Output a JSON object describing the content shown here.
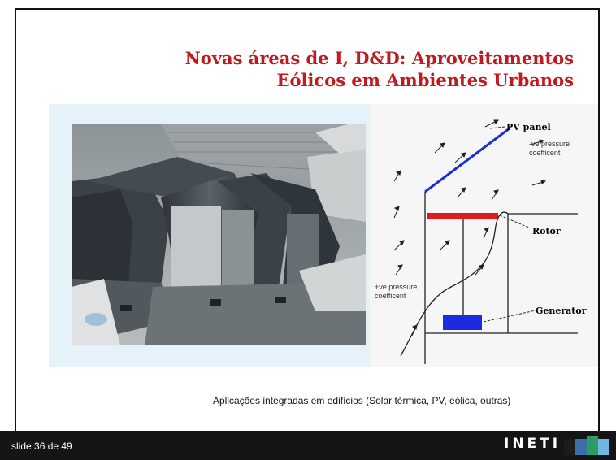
{
  "slide": {
    "title_line1": "Novas áreas de I, D&D: Aproveitamentos",
    "title_line2": "Eólicos em Ambientes Urbanos",
    "caption": "Aplicações integradas em edifícios (Solar térmica, PV, eólica, outras)"
  },
  "diagram": {
    "pv_panel": "PV panel",
    "neg_pressure_1": "-ve pressure",
    "neg_pressure_2": "coefficent",
    "rotor": "Rotor",
    "generator": "Generator",
    "pos_pressure_1": "+ve pressure",
    "pos_pressure_2": "coefficent"
  },
  "footer": {
    "slide_number": "slide 36 de 49",
    "logo": "INETI"
  },
  "colors": {
    "title": "#c0191e",
    "panel": "#e6f2f9",
    "pv_panel": "#1f2fd8",
    "rotor": "#e01b1b",
    "generator": "#1a2be0"
  }
}
